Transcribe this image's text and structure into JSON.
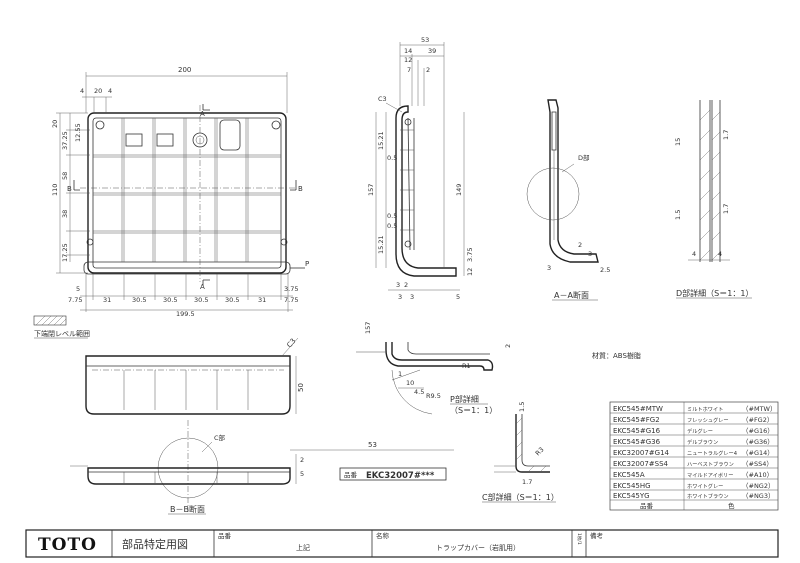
{
  "front_view": {
    "width_overall": "200",
    "dims_top": [
      "4",
      "20",
      "4"
    ],
    "dims_left": [
      "20",
      "37.25",
      "58",
      "38",
      "17.25",
      "110",
      "12.55"
    ],
    "dims_bottom": [
      "7.75",
      "31",
      "30.5",
      "30.5",
      "30.5",
      "30.5",
      "31",
      "7.75"
    ],
    "dims_bottom_small": [
      "5",
      "3.75"
    ],
    "width_bottom": "199.5",
    "section_a": "A",
    "section_b": "B",
    "view_p": "P",
    "level_range_label": "下端閉レベル範囲"
  },
  "side_view": {
    "dims_top": [
      "53",
      "14",
      "39",
      "12",
      "7",
      "2"
    ],
    "c3": "C3",
    "dims_left": [
      "15.21",
      "157",
      "15.21",
      "0.5",
      "0.5",
      "0.5"
    ],
    "dims_right": [
      "149",
      "12",
      "3.75"
    ],
    "dims_bottom": [
      "3",
      "2",
      "5",
      "3",
      "3"
    ],
    "small": "R1"
  },
  "section_aa": {
    "label": "A－A断面",
    "detail_ref": "D部",
    "dims": [
      "3",
      "2",
      "3",
      "2.5"
    ]
  },
  "detail_d": {
    "label": "D部詳細（S＝1：1）",
    "dims": [
      "15",
      "1.7",
      "1.5",
      "1.7",
      "4",
      "4"
    ]
  },
  "detail_p": {
    "label": "P部詳細",
    "scale": "（S＝1：1）",
    "dims": [
      "157",
      "2",
      "R1",
      "1",
      "10",
      "4.5",
      "R9.5"
    ]
  },
  "bottom_view": {
    "dims": [
      "50",
      "C3"
    ],
    "detail_ref": "C部"
  },
  "section_bb": {
    "label": "B－B断面",
    "dim": "53",
    "small": [
      "2",
      "5"
    ],
    "stamp_prefix": "品番",
    "stamp_code": "EKC32007#***"
  },
  "detail_c": {
    "label": "C部詳細（S＝1：1）",
    "dims": [
      "1.5",
      "R3",
      "1.7"
    ]
  },
  "material": "材質：ABS樹脂",
  "color_table": {
    "rows": [
      [
        "EKC545#MTW",
        "ミルトホワイト",
        "（#MTW）"
      ],
      [
        "EKC545#FG2",
        "フレッシュグレー",
        "（#FG2）"
      ],
      [
        "EKC545#G16",
        "デルグレー",
        "（#G16）"
      ],
      [
        "EKC545#G36",
        "デルブラウン",
        "（#G36）"
      ],
      [
        "EKC32007#G14",
        "ニュートラルグレー4",
        "（#G14）"
      ],
      [
        "EKC32007#SS4",
        "ハーベストブラウン",
        "（#SS4）"
      ],
      [
        "EKC545A",
        "マイルドアイボリー",
        "（#A10）"
      ],
      [
        "EKC545HG",
        "ホワイトグレー",
        "（#NG2）"
      ],
      [
        "EKC545YG",
        "ホワイトブラウン",
        "（#NG3）"
      ]
    ],
    "footer": [
      "品番",
      "色"
    ]
  },
  "title_block": {
    "brand": "TOTO",
    "doc_type": "部品特定用図",
    "part_no_label": "品番",
    "part_no_value": "上記",
    "name_label": "名称",
    "name_value": "トラップカバー（岩肌用）",
    "sheet_label": "1枚/1",
    "remarks_label": "備考"
  }
}
